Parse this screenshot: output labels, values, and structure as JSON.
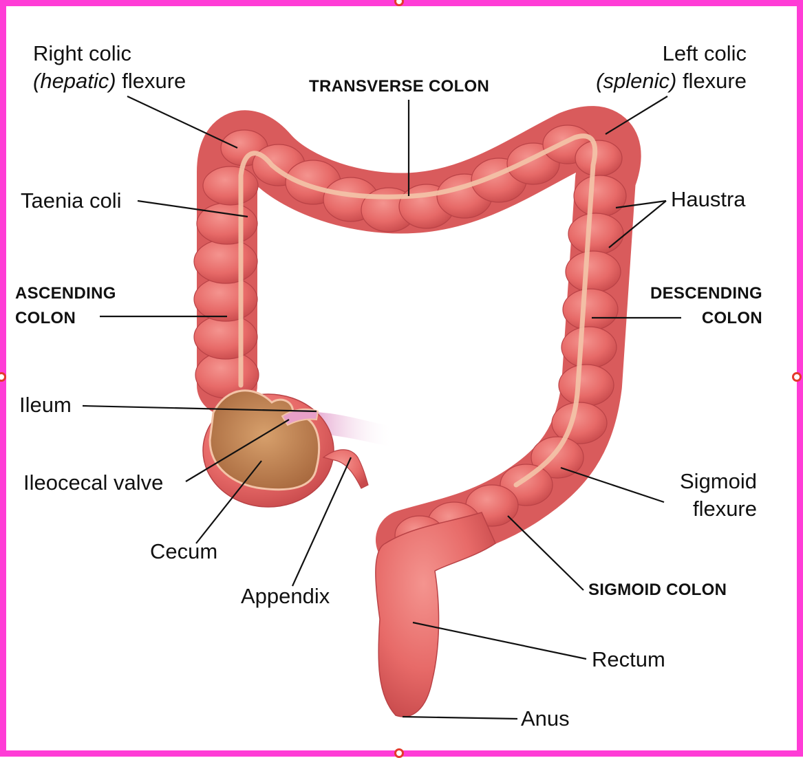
{
  "colors": {
    "frame": "#ff3cd6",
    "handle": "#e43a2c",
    "colon": "#e76a68",
    "colon_dark": "#c84a4c",
    "taenia": "#f3c4a8",
    "cecum_cut": "#c98a5a",
    "ileum": "#e8a0c8"
  },
  "labels": {
    "right_colic_line1": "Right colic",
    "right_colic_italic": "(hepatic)",
    "right_colic_rest": " flexure",
    "left_colic_line1": "Left colic",
    "left_colic_italic": "(splenic)",
    "left_colic_rest": " flexure",
    "transverse_colon": "TRANSVERSE COLON",
    "taenia_coli": "Taenia coli",
    "haustra": "Haustra",
    "ascending_colon_line1": "ASCENDING",
    "ascending_colon_line2": "COLON",
    "descending_colon_line1": "DESCENDING",
    "descending_colon_line2": "COLON",
    "ileum": "Ileum",
    "ileocecal_valve": "Ileocecal valve",
    "cecum": "Cecum",
    "appendix": "Appendix",
    "sigmoid_flexure_line1": "Sigmoid",
    "sigmoid_flexure_line2": "flexure",
    "sigmoid_colon": "SIGMOID COLON",
    "rectum": "Rectum",
    "anus": "Anus"
  }
}
